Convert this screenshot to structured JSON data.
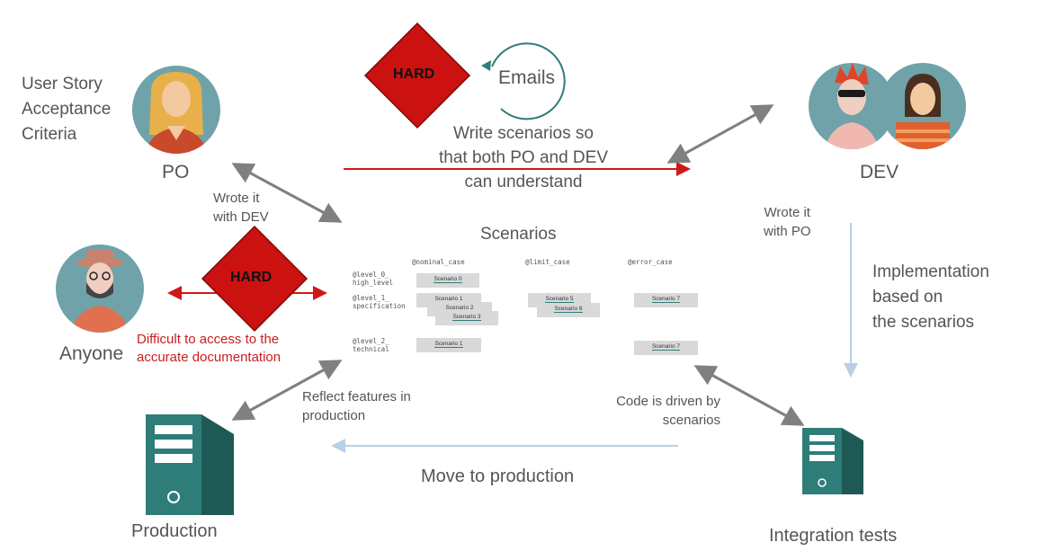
{
  "labels": {
    "user_story": [
      "User Story",
      "Acceptance",
      "Criteria"
    ],
    "po": "PO",
    "dev": "DEV",
    "emails": "Emails",
    "hard_top": "HARD",
    "hard_left": "HARD",
    "write_scenarios": [
      "Write scenarios so",
      "that both PO and DEV",
      "can understand"
    ],
    "wrote_with_dev": [
      "Wrote it",
      "with DEV"
    ],
    "wrote_with_po": [
      "Wrote it",
      "with PO"
    ],
    "implementation": [
      "Implementation",
      "based on",
      "the scenarios"
    ],
    "scenarios_title": "Scenarios",
    "anyone": "Anyone",
    "difficult": [
      "Difficult to access to the",
      "accurate documentation"
    ],
    "reflect": [
      "Reflect features in",
      "production"
    ],
    "code_driven": [
      "Code is driven by",
      "scenarios"
    ],
    "move_to_production": "Move to production",
    "production": "Production",
    "integration_tests": "Integration tests"
  },
  "scenario_table": {
    "columns": [
      "@nominal_case",
      "@limit_case",
      "@error_case"
    ],
    "rows": [
      {
        "level": [
          "@level_0_",
          "high_level"
        ]
      },
      {
        "level": [
          "@level_1_",
          "specification"
        ]
      },
      {
        "level": [
          "@level_2_",
          "technical"
        ]
      }
    ],
    "cards": {
      "l0_nominal": "Scenario 0",
      "l1_nominal_1": "Scenario 1",
      "l1_nominal_2": "Scenario 2",
      "l1_nominal_3": "Scenario 3",
      "l1_limit_5": "Scenario 5",
      "l1_limit_6": "Scenario 6",
      "l1_error_7": "Scenario 7",
      "l2_nominal_1": "Scenario 1",
      "l2_error_7": "Scenario 7"
    }
  },
  "colors": {
    "teal": "#6fa3a9",
    "dark_teal": "#2e7d78",
    "red": "#d01818",
    "diamond_red": "#cc1111",
    "gray_arrow": "#808080",
    "light_blue_arrow": "#b8cfe6"
  },
  "icons": [
    "po-avatar-icon",
    "dev-avatars-icon",
    "anyone-avatar-icon",
    "server-icon",
    "refresh-icon"
  ]
}
